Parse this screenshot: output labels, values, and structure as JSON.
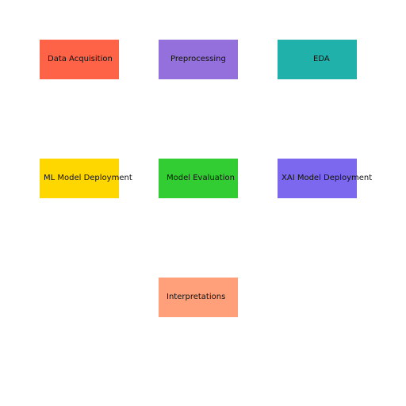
{
  "nodes": [
    {
      "id": "data-acquisition",
      "label": "Data Acquisition",
      "color": "#ff6347"
    },
    {
      "id": "preprocessing",
      "label": "Preprocessing",
      "color": "#9370db"
    },
    {
      "id": "eda",
      "label": "EDA",
      "color": "#20b2aa"
    },
    {
      "id": "ml-model-deployment",
      "label": "ML Model Deployment",
      "color": "#ffd700"
    },
    {
      "id": "model-evaluation",
      "label": "Model Evaluation",
      "color": "#32cd32"
    },
    {
      "id": "xai-model-deployment",
      "label": "XAI Model Deployment",
      "color": "#7b68ee"
    },
    {
      "id": "interpretations",
      "label": "Interpretations",
      "color": "#ffa07a"
    }
  ]
}
